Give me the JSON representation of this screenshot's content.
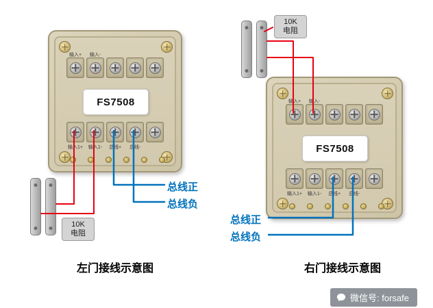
{
  "left": {
    "module_label": "FS7508",
    "top_labels": [
      "输入+",
      "输入-"
    ],
    "bottom_labels": [
      "输入1+",
      "输入1-",
      "总线+",
      "总线-"
    ],
    "resistor_line1": "10K",
    "resistor_line2": "电阻",
    "bus_pos": "总线正",
    "bus_neg": "总线负",
    "caption": "左门接线示意图"
  },
  "right": {
    "module_label": "FS7508",
    "top_labels": [
      "输入+",
      "输入-"
    ],
    "bottom_labels": [
      "输入1+",
      "输入1-",
      "总线+",
      "总线-"
    ],
    "resistor_line1": "10K",
    "resistor_line2": "电阻",
    "bus_pos": "总线正",
    "bus_neg": "总线负",
    "caption": "右门接线示意图"
  },
  "watermark": {
    "text": "微信号: forsafe"
  },
  "colors": {
    "wire_red": "#e60012",
    "wire_blue": "#0072bc",
    "label_blue": "#0072bc",
    "module_body": "#d5cbae"
  }
}
